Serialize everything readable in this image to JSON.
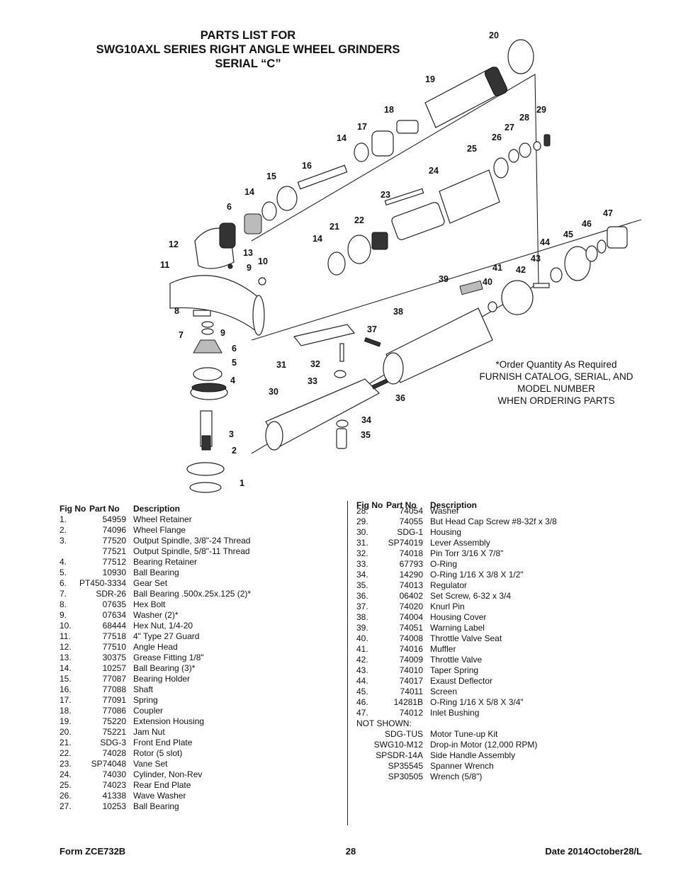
{
  "title": {
    "line1": "PARTS LIST FOR",
    "line2": "SWG10AXL SERIES RIGHT ANGLE WHEEL GRINDERS",
    "line3": "SERIAL “C”"
  },
  "note": {
    "line1": "*Order Quantity As Required",
    "line2": "FURNISH CATALOG, SERIAL, AND",
    "line3": "MODEL NUMBER",
    "line4": "WHEN ORDERING PARTS"
  },
  "table_headers": {
    "fig": "Fig No",
    "part": "Part No",
    "desc": "Description"
  },
  "parts_left": [
    {
      "fig": "1.",
      "part": "54959",
      "desc": "Wheel Retainer"
    },
    {
      "fig": "2.",
      "part": "74096",
      "desc": "Wheel Flange"
    },
    {
      "fig": "3.",
      "part": "77520",
      "desc": "Output Spindle, 3/8\"-24 Thread"
    },
    {
      "fig": "",
      "part": "77521",
      "desc": "Output Spindle, 5/8\"-11 Thread"
    },
    {
      "fig": "4.",
      "part": "77512",
      "desc": "Bearing Retainer"
    },
    {
      "fig": "5.",
      "part": "10930",
      "desc": "Ball Bearing"
    },
    {
      "fig": "6.",
      "part": "PT450-3334",
      "desc": "Gear Set"
    },
    {
      "fig": "7.",
      "part": "SDR-26",
      "desc": "Ball Bearing .500x.25x.125 (2)*"
    },
    {
      "fig": "8.",
      "part": "07635",
      "desc": "Hex Bolt"
    },
    {
      "fig": "9.",
      "part": "07634",
      "desc": "Washer (2)*"
    },
    {
      "fig": "10.",
      "part": "68444",
      "desc": "Hex Nut, 1/4-20"
    },
    {
      "fig": "11.",
      "part": "77518",
      "desc": "4\" Type 27 Guard"
    },
    {
      "fig": "12.",
      "part": "77510",
      "desc": "Angle Head"
    },
    {
      "fig": "13.",
      "part": "30375",
      "desc": "Grease Fitting 1/8\""
    },
    {
      "fig": "14.",
      "part": "10257",
      "desc": "Ball Bearing (3)*"
    },
    {
      "fig": "15.",
      "part": "77087",
      "desc": "Bearing Holder"
    },
    {
      "fig": "16.",
      "part": "77088",
      "desc": "Shaft"
    },
    {
      "fig": "17.",
      "part": "77091",
      "desc": "Spring"
    },
    {
      "fig": "18.",
      "part": "77086",
      "desc": "Coupler"
    },
    {
      "fig": "19.",
      "part": "75220",
      "desc": "Extension Housing"
    },
    {
      "fig": "20.",
      "part": "75221",
      "desc": "Jam Nut"
    },
    {
      "fig": "21.",
      "part": "SDG-3",
      "desc": "Front End Plate"
    },
    {
      "fig": "22.",
      "part": "74028",
      "desc": "Rotor (5 slot)"
    },
    {
      "fig": "23.",
      "part": "SP74048",
      "desc": "Vane Set"
    },
    {
      "fig": "24.",
      "part": "74030",
      "desc": "Cylinder, Non-Rev"
    },
    {
      "fig": "25.",
      "part": "74023",
      "desc": "Rear End Plate"
    },
    {
      "fig": "26.",
      "part": "41338",
      "desc": "Wave Washer"
    },
    {
      "fig": "27.",
      "part": "10253",
      "desc": "Ball Bearing"
    }
  ],
  "parts_right": [
    {
      "fig": "28.",
      "part": "74054",
      "desc": "Washer"
    },
    {
      "fig": "29.",
      "part": "74055",
      "desc": "But Head Cap Screw #8-32f x 3/8"
    },
    {
      "fig": "30.",
      "part": "SDG-1",
      "desc": "Housing"
    },
    {
      "fig": "31.",
      "part": "SP74019",
      "desc": "Lever Assembly"
    },
    {
      "fig": "32.",
      "part": "74018",
      "desc": "Pin Torr 3/16 X 7/8\""
    },
    {
      "fig": "33.",
      "part": "67793",
      "desc": "O-Ring"
    },
    {
      "fig": "34.",
      "part": "14290",
      "desc": "O-Ring 1/16 X 3/8 X 1/2\""
    },
    {
      "fig": "35.",
      "part": "74013",
      "desc": "Regulator"
    },
    {
      "fig": "36.",
      "part": "06402",
      "desc": "Set Screw, 6-32 x 3/4"
    },
    {
      "fig": "37.",
      "part": "74020",
      "desc": "Knurl Pin"
    },
    {
      "fig": "38.",
      "part": "74004",
      "desc": "Housing Cover"
    },
    {
      "fig": "39.",
      "part": "74051",
      "desc": "Warning Label"
    },
    {
      "fig": "40.",
      "part": "74008",
      "desc": "Throttle Valve Seat"
    },
    {
      "fig": "41.",
      "part": "74016",
      "desc": "Muffler"
    },
    {
      "fig": "42.",
      "part": "74009",
      "desc": "Throttle Valve"
    },
    {
      "fig": "43.",
      "part": "74010",
      "desc": "Taper Spring"
    },
    {
      "fig": "44.",
      "part": "74017",
      "desc": "Exaust Deflector"
    },
    {
      "fig": "45.",
      "part": "74011",
      "desc": "Screen"
    },
    {
      "fig": "46.",
      "part": "14281B",
      "desc": "O-Ring 1/16 X 5/8 X 3/4\""
    },
    {
      "fig": "47.",
      "part": "74012",
      "desc": "Inlet Bushing"
    }
  ],
  "not_shown_label": "NOT SHOWN:",
  "not_shown": [
    {
      "part": "SDG-TUS",
      "desc": "Motor Tune-up Kit"
    },
    {
      "part": "SWG10-M12",
      "desc": "Drop-in Motor (12,000 RPM)"
    },
    {
      "part": "SPSDR-14A",
      "desc": "Side Handle Assembly"
    },
    {
      "part": "SP35545",
      "desc": "Spanner Wrench"
    },
    {
      "part": "SP30505",
      "desc": "Wrench (5/8\")"
    }
  ],
  "diagram_callouts": [
    "1",
    "2",
    "3",
    "4",
    "5",
    "6",
    "7",
    "8",
    "9",
    "10",
    "11",
    "12",
    "13",
    "14",
    "15",
    "16",
    "17",
    "18",
    "19",
    "20",
    "21",
    "22",
    "23",
    "24",
    "25",
    "26",
    "27",
    "28",
    "29",
    "30",
    "31",
    "32",
    "33",
    "34",
    "35",
    "36",
    "37",
    "38",
    "39",
    "40",
    "41",
    "42",
    "43",
    "44",
    "45",
    "46",
    "47",
    "9",
    "14",
    "6",
    "14"
  ],
  "footer": {
    "form": "Form ZCE732B",
    "page": "28",
    "date": "Date 2014October28/L"
  }
}
